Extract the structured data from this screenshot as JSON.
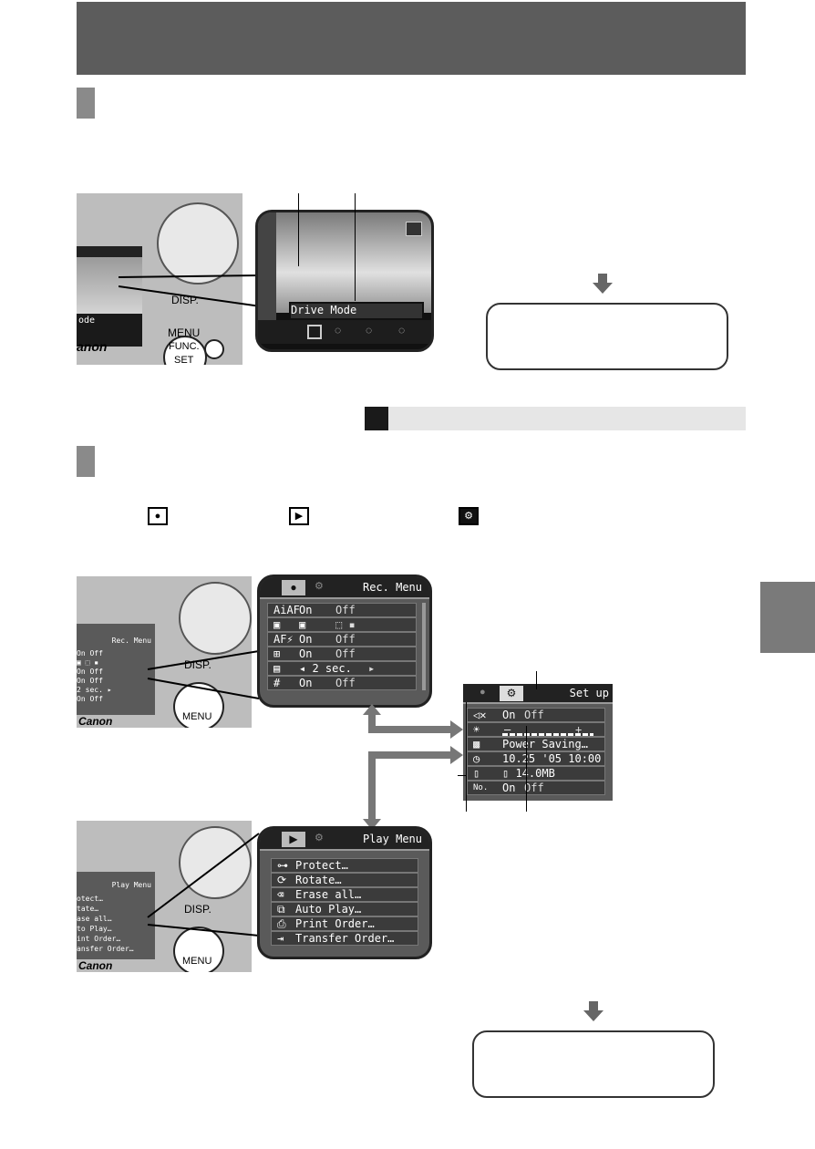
{
  "drive_figure": {
    "lcd": {
      "menu_name": "Drive Mode",
      "icons": [
        "single-shot-icon",
        "continuous-icon",
        "self-timer-10s-icon",
        "self-timer-2s-icon",
        "custom-timer-icon"
      ]
    },
    "camera_labels": {
      "disp": "DISP.",
      "menu": "MENU",
      "func": "FUNC.",
      "set": "SET",
      "brand": "anon",
      "lcd_snippet": "ode"
    }
  },
  "mode_icons": [
    "shooting-tab-icon",
    "playback-tab-icon",
    "setup-tab-icon"
  ],
  "rec_menu": {
    "title": "Rec. Menu",
    "rows": [
      {
        "icon": "AiAF",
        "v1": "On",
        "v2": "Off"
      },
      {
        "icon": "▣",
        "v1": "▣",
        "v2": "⬚ ▪"
      },
      {
        "icon": "AF⚡",
        "v1": "On",
        "v2": "Off"
      },
      {
        "icon": "⊞",
        "v1": "On",
        "v2": "Off"
      },
      {
        "icon": "▤",
        "v1": "◂ 2 sec.",
        "v2": "▸"
      },
      {
        "icon": "#",
        "v1": "On",
        "v2": "Off"
      }
    ],
    "camera_rows": [
      {
        "v1": "On",
        "v2": "Off"
      },
      {
        "v1": "▣ ⬚ ▪",
        "v2": ""
      },
      {
        "v1": "On",
        "v2": "Off"
      },
      {
        "v1": "On",
        "v2": "Off"
      },
      {
        "v1": "2 sec.",
        "v2": "▸"
      },
      {
        "v1": "On",
        "v2": "Off"
      }
    ],
    "camera_title": "Rec. Menu",
    "menu_button": "MENU",
    "disp": "DISP.",
    "brand": "Canon"
  },
  "setup_menu": {
    "title": "Set up",
    "rows": [
      {
        "icon": "◁✕",
        "v1": "On",
        "v2": "Off"
      },
      {
        "icon": "☀",
        "v1": "–",
        "v2": "+"
      },
      {
        "icon": "▩",
        "v1": "Power Saving…",
        "v2": ""
      },
      {
        "icon": "◷",
        "v1": "10.25 '05 10:00",
        "v2": ""
      },
      {
        "icon": "▯",
        "v1": "▯ 14.0MB",
        "v2": ""
      },
      {
        "icon": "No.",
        "v1": "On",
        "v2": "Off"
      }
    ]
  },
  "play_menu": {
    "title": "Play Menu",
    "rows": [
      {
        "icon": "⊶",
        "label": "Protect…"
      },
      {
        "icon": "⟳",
        "label": "Rotate…"
      },
      {
        "icon": "⌫",
        "label": "Erase all…"
      },
      {
        "icon": "⧉",
        "label": "Auto Play…"
      },
      {
        "icon": "⎙",
        "label": "Print Order…"
      },
      {
        "icon": "⇥",
        "label": "Transfer Order…"
      }
    ],
    "camera_rows": [
      "otect…",
      "tate…",
      "ase all…",
      "to Play…",
      "int Order…",
      "ansfer Order…"
    ],
    "camera_title": "Play Menu",
    "menu_button": "MENU",
    "disp": "DISP.",
    "brand": "Canon"
  },
  "colors": {
    "header": "#5c5c5c",
    "step_box": "#8a8a8a",
    "side_tab": "#7a7a7a",
    "sub_bar": "#e6e6e6",
    "connector": "#777777"
  }
}
